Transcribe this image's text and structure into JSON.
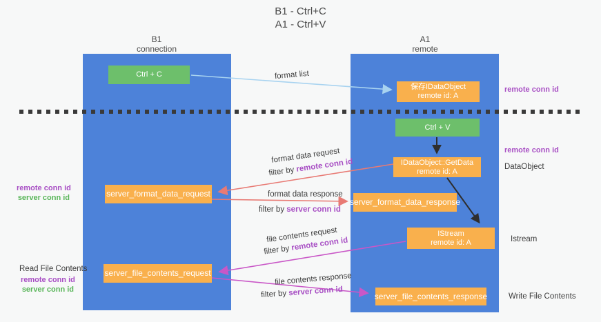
{
  "title": {
    "line1": "B1 - Ctrl+C",
    "line2": "A1 - Ctrl+V"
  },
  "columns": {
    "left": {
      "name": "B1",
      "role": "connection"
    },
    "right": {
      "name": "A1",
      "role": "remote"
    }
  },
  "boxes": {
    "ctrl_c": "Ctrl + C",
    "ctrl_v": "Ctrl + V",
    "save_dataobject": {
      "line1": "保存IDataObject",
      "line2": "remote id: A"
    },
    "getdata": {
      "line1": "IDataObject::GetData",
      "line2": "remote id: A"
    },
    "istream": {
      "line1": "IStream",
      "line2": "remote id: A"
    },
    "format_request": "server_format_data_request",
    "format_response": "server_format_data_response",
    "file_request": "server_file_contents_request",
    "file_response": "server_file_contents_response"
  },
  "arrow_labels": {
    "format_list": "format list",
    "format_data_request": "format data request",
    "format_data_response": "format data response",
    "file_contents_request": "file contents request",
    "file_contents_response": "file contents response",
    "filter_by": "filter by",
    "remote_conn_id": "remote conn id",
    "server_conn_id": "server conn id"
  },
  "side_labels": {
    "remote_conn_id": "remote conn id",
    "server_conn_id": "server conn id",
    "dataobject": "DataObject",
    "istream": "Istream",
    "read_file_contents": "Read File Contents",
    "write_file_contents": "Write File Contents"
  },
  "colors": {
    "column_blue": "#4d82d9",
    "box_green": "#6dbf6b",
    "box_orange": "#f9b04d",
    "arrow_lightblue": "#a8d3f0",
    "arrow_red": "#e87a74",
    "arrow_magenta": "#c957c7",
    "arrow_black": "#2e2e2e",
    "label_purple": "#a84fc4",
    "label_green": "#58b558",
    "dashed_line": "#3a3a3a",
    "background": "#f7f8f8"
  }
}
